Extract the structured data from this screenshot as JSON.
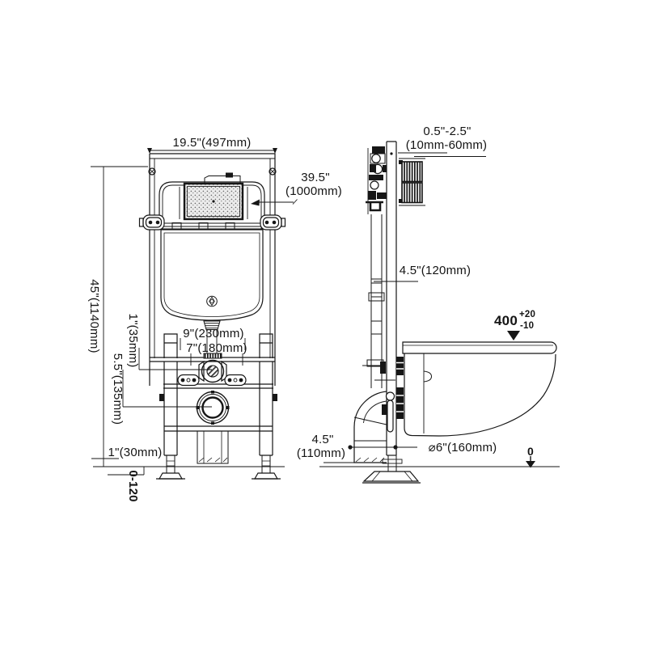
{
  "front_view": {
    "frame_width": "19.5\"(497mm)",
    "frame_height": "45\"(1140mm)",
    "flush_height_in": "39.5\"",
    "flush_height_mm": "(1000mm)",
    "dim_9": "9\"(230mm)",
    "dim_7": "7\"(180mm)",
    "dim_inlet": "1\"(35mm)",
    "dim_drain": "5.5\"(135mm)",
    "dim_base": "1\"(30mm)",
    "foot_range": "0-120"
  },
  "side_view": {
    "wall_gap_in": "0.5\"-2.5\"",
    "wall_gap_mm": "(10mm-60mm)",
    "depth": "4.5\"(120mm)",
    "bowl_height": "400",
    "bowl_height_plus": "+20",
    "bowl_height_minus": "-10",
    "outlet_in": "4.5\"",
    "outlet_mm": "(110mm)",
    "outlet_dia": "⌀6\"(160mm)",
    "floor_zero": "0"
  }
}
